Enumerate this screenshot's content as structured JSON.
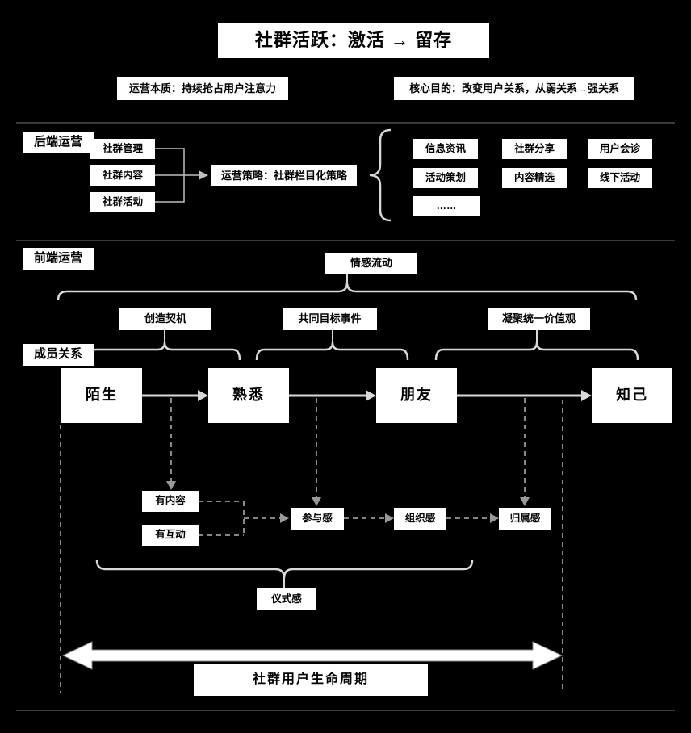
{
  "title": "社群活跃：激活 → 留存",
  "subtitle_left": "运营本质：持续抢占用户注意力",
  "subtitle_right": "核心目的：改变用户关系，从弱关系→强关系",
  "backend": {
    "section_label": "后端运营",
    "modules": [
      "社群管理",
      "社群内容",
      "社群活动"
    ],
    "strategy": "运营策略：社群栏目化策略",
    "programs": [
      "信息资讯",
      "社群分享",
      "用户会诊",
      "活动策划",
      "内容精选",
      "线下活动",
      "……"
    ]
  },
  "frontend": {
    "section_label": "前端运营",
    "emotion_flow": "情感流动",
    "tactics": [
      "创造契机",
      "共同目标事件",
      "凝聚统一价值观"
    ],
    "members_section_label": "成员关系",
    "stages": [
      "陌生",
      "熟悉",
      "朋友",
      "知己"
    ],
    "drivers": [
      "有内容",
      "有互动"
    ],
    "feelings": [
      "参与感",
      "组织感",
      "归属感"
    ],
    "ritual": "仪式感",
    "lifecycle": "社群用户生命周期"
  },
  "colors": {
    "background": "#000000",
    "box_fill": "#ffffff",
    "box_text": "#000000",
    "connector": "#d9d9d9",
    "dashed_connector": "#999999",
    "divider": "#4d4d4d"
  }
}
